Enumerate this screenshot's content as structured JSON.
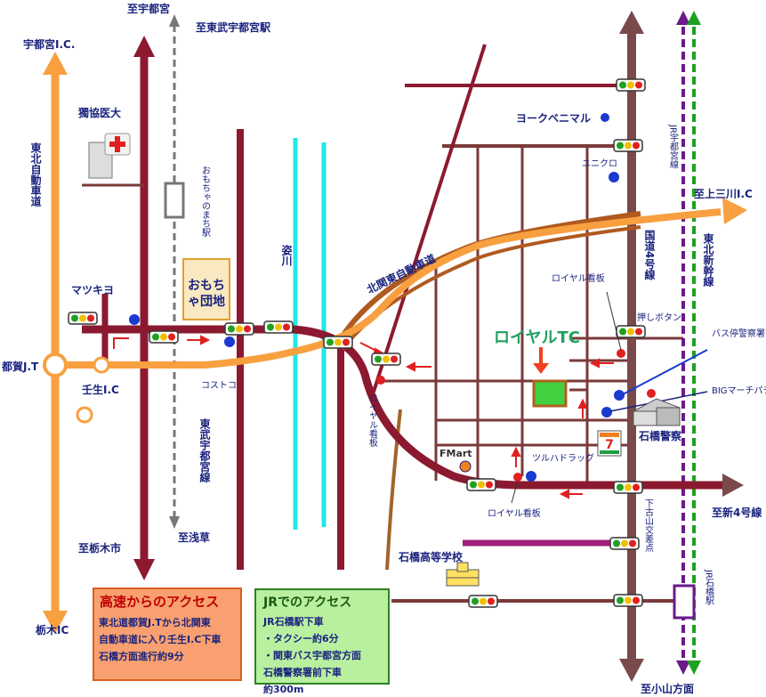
{
  "roads": {
    "utsunomiya_ic": "宇都宮I.C.",
    "tochigi_ic": "栃木IC",
    "tsuga_jt": "都賀J.T",
    "mibu_ic": "壬生I.C",
    "tohoku_expressway": "東北自動車道",
    "kitakanto_expressway": "北関東自動車道",
    "to_kaminokawa_ic": "至上三川I.C",
    "route4": "国道4号線",
    "to_shin4": "至新4号線",
    "to_oyama": "至小山方面",
    "to_tochigi_city": "至栃木市",
    "to_utsunomiya": "至宇都宮",
    "to_tobu_utsunomiya": "至東武宇都宮駅",
    "to_asakusa": "至浅草",
    "tobu_line": "東武宇都宮線",
    "jr_line": "JR宇都宮線",
    "shinkansen": "東北新幹線",
    "river": "姿川",
    "shimokoyama": "下古山交差点",
    "oshi_button": "押しボタン"
  },
  "places": {
    "dokkyo": "獨協医大",
    "omocha_station": "おもちゃのまち駅",
    "omocha_danchi": "おもちゃ団地",
    "matsukiyo": "マツキヨ",
    "costco": "コストコ",
    "york": "ヨークベニマル",
    "uniqlo": "ユニクロ",
    "royal_tc": "ロイヤルTC",
    "royal_sign": "ロイヤル看板",
    "bus_stop": "バス停警察署前",
    "big_march": "BIGマーチパチンコ店",
    "police": "石橋警察",
    "fmart": "FMart",
    "tsuruha": "ツルハドラッグ",
    "high_school": "石橋高等学校",
    "jr_ishibashi": "JR石橋駅",
    "seven_eleven": "7"
  },
  "access": {
    "highway_title": "高速からのアクセス",
    "highway_lines": [
      "東北道都賀J.Tから北関東",
      "自動車道に入り壬生I.C下車",
      "石橋方面進行約9分"
    ],
    "jr_title": "JRでのアクセス",
    "jr_lines": [
      "JR石橋駅下車",
      "・タクシー約6分",
      "・関東バス宇都宮方面",
      "石橋警察署前下車",
      "約300m"
    ]
  },
  "colors": {
    "expressway": "#f8a040",
    "local_road": "#7b3a3a",
    "main_road": "#8b1a30",
    "kitakanto": "#b05a20",
    "route4": "#7a4a4a",
    "jr": "#6a1a8a",
    "shinkansen": "#20a020",
    "river": "#20e8e8",
    "label": "#1a237e",
    "marker": "#1a3ad0",
    "royal": "#20a060"
  }
}
